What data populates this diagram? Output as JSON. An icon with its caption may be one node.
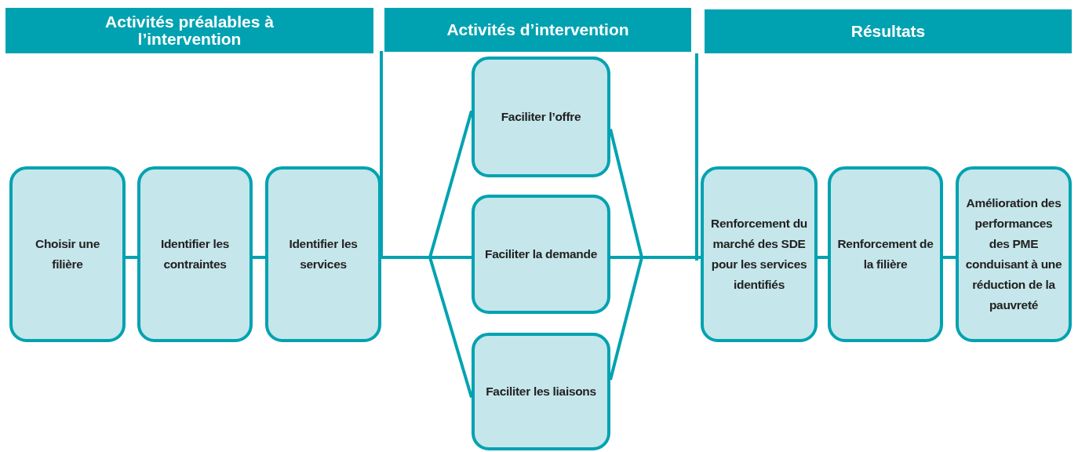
{
  "diagram": {
    "nodes": [
      {
        "text": [
          "Activités préalables à l’intervention"
        ]
      },
      {
        "text": [
          "Activités d’intervention"
        ]
      },
      {
        "text": [
          "Résultats"
        ]
      },
      {
        "text": [
          "Choisir une filière"
        ]
      },
      {
        "text": [
          "Identifier les contraintes"
        ]
      },
      {
        "text": [
          "Identifier les services"
        ]
      },
      {
        "text": [
          "Faciliter l’offre"
        ]
      },
      {
        "text": [
          "Faciliter la demande"
        ]
      },
      {
        "text": [
          "Faciliter les liaisons"
        ]
      },
      {
        "text": [
          "Renforcement du marché des SDE pour les services identifiés"
        ]
      },
      {
        "text": [
          "Renforcement de la filière"
        ]
      },
      {
        "text": [
          "Amélioration des performances des PME conduisant à une réduction de la pauvreté"
        ]
      }
    ],
    "edges": [
      {
        "from": 3,
        "to": 4,
        "arrow": "none"
      },
      {
        "from": 4,
        "to": 5,
        "arrow": "none"
      },
      {
        "from": 5,
        "to": 6,
        "arrow": "none"
      },
      {
        "from": 5,
        "to": 7,
        "arrow": "none"
      },
      {
        "from": 5,
        "to": 8,
        "arrow": "none"
      },
      {
        "from": 6,
        "to": 9,
        "arrow": "none"
      },
      {
        "from": 7,
        "to": 9,
        "arrow": "none"
      },
      {
        "from": 8,
        "to": 9,
        "arrow": "none"
      },
      {
        "from": 9,
        "to": 10,
        "arrow": "none"
      },
      {
        "from": 10,
        "to": 11,
        "arrow": "none"
      }
    ]
  }
}
